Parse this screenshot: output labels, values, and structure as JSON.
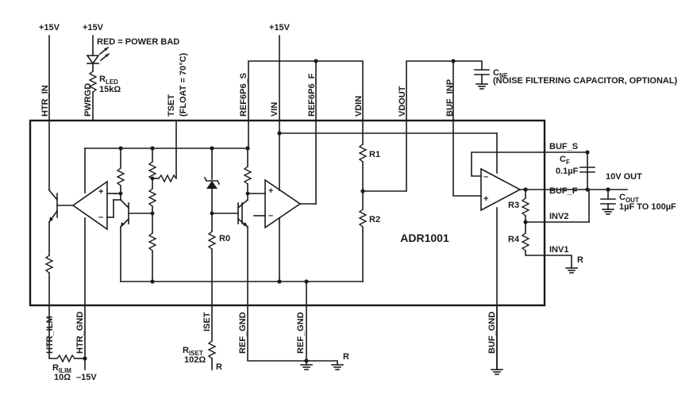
{
  "chip": {
    "name": "ADR1001"
  },
  "supplies": {
    "pos_htr": "+15V",
    "pos_led": "+15V",
    "pos_vin": "+15V",
    "neg_ilim": "–15V"
  },
  "led": {
    "note": "RED = POWER BAD",
    "r_main": "R",
    "r_sub": "LED",
    "r_value": "15kΩ"
  },
  "pins_top": {
    "htr_in": "HTR_IN",
    "pwrgd": "PWRGD",
    "tset": "TSET",
    "tset_note": "(FLOAT = 70°C)",
    "ref6p6_s": "REF6P6_S",
    "vin": "VIN",
    "ref6p6_f": "REF6P6_F",
    "vdin": "VDIN",
    "vdout": "VDOUT",
    "buf_inp": "BUF_INP"
  },
  "pins_bottom": {
    "htr_ilm": "HTR_ILM",
    "htr_gnd": "HTR_GND",
    "iset": "ISET",
    "ref_gnd_1": "REF_GND",
    "ref_gnd_2": "REF_GND",
    "buf_gnd": "BUF_GND"
  },
  "pins_right": {
    "buf_s": "BUF_S",
    "buf_f": "BUF_F",
    "inv2": "INV2",
    "inv1": "INV1"
  },
  "resistors": {
    "r1": "R1",
    "r2": "R2",
    "r3": "R3",
    "r4": "R4",
    "r0": "R0",
    "inv1_r": "R",
    "iset_ground_r": "R",
    "gnd_r": "R"
  },
  "cnf": {
    "main": "C",
    "sub": "NF",
    "note": "(NOISE FILTERING CAPACITOR, OPTIONAL)"
  },
  "cf": {
    "main": "C",
    "sub": "F",
    "value": "0.1µF"
  },
  "output": {
    "label": "10V OUT"
  },
  "cout": {
    "main": "C",
    "sub": "OUT",
    "value": "1µF TO 100µF"
  },
  "rilim": {
    "main": "R",
    "sub": "ILIM",
    "value": "10Ω"
  },
  "riset": {
    "main": "R",
    "sub": "ISET",
    "value": "102Ω"
  },
  "opamp": {
    "plus": "+",
    "minus": "–"
  }
}
